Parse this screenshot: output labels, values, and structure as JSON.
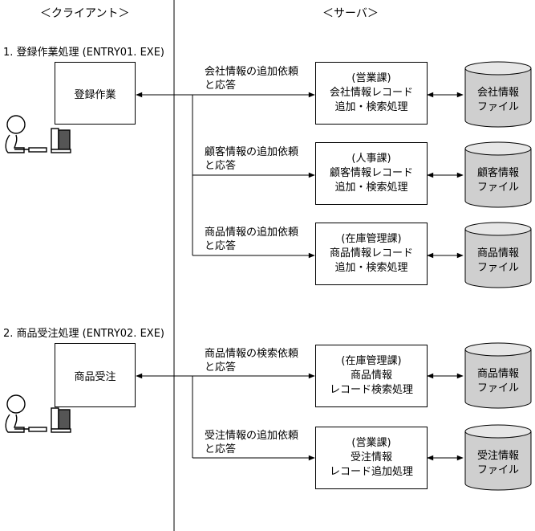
{
  "headers": {
    "client": "＜クライアント＞",
    "server": "＜サーバ＞"
  },
  "sections": [
    {
      "title": "1. 登録作業処理 (ENTRY01. EXE)",
      "client_label": "登録作業",
      "flows": [
        {
          "request": [
            "会社情報の追加依頼",
            "と応答"
          ],
          "process": [
            "(営業課)",
            "会社情報レコード",
            "追加・検索処理"
          ],
          "file": [
            "会社情報",
            "ファイル"
          ]
        },
        {
          "request": [
            "顧客情報の追加依頼",
            "と応答"
          ],
          "process": [
            "(人事課)",
            "顧客情報レコード",
            "追加・検索処理"
          ],
          "file": [
            "顧客情報",
            "ファイル"
          ]
        },
        {
          "request": [
            "商品情報の追加依頼",
            "と応答"
          ],
          "process": [
            "(在庫管理課)",
            "商品情報レコード",
            "追加・検索処理"
          ],
          "file": [
            "商品情報",
            "ファイル"
          ]
        }
      ]
    },
    {
      "title": "2. 商品受注処理 (ENTRY02. EXE)",
      "client_label": "商品受注",
      "flows": [
        {
          "request": [
            "商品情報の検索依頼",
            "と応答"
          ],
          "process": [
            "(在庫管理課)",
            "商品情報",
            "レコード検索処理"
          ],
          "file": [
            "商品情報",
            "ファイル"
          ]
        },
        {
          "request": [
            "受注情報の追加依頼",
            "と応答"
          ],
          "process": [
            "(営業課)",
            "受注情報",
            "レコード追加処理"
          ],
          "file": [
            "受注情報",
            "ファイル"
          ]
        }
      ]
    }
  ]
}
